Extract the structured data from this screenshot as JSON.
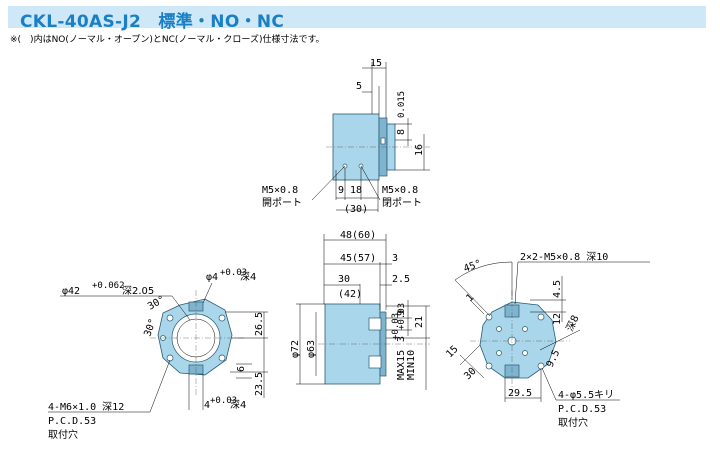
{
  "title": "CKL-40AS-J2　標準・NO・NC",
  "note": "※(　)内はNO(ノーマル・オープン)とNC(ノーマル・クローズ)仕様寸法です。",
  "side_view": {
    "dim_15": "15",
    "dim_5": "5",
    "dim_8": "8",
    "dim_8_tol": "0.015",
    "dim_16": "16",
    "port_left": "M5×0.8",
    "port_left_label": "開ポート",
    "dim_9": "9",
    "dim_18": "18",
    "dim_30p": "(30)",
    "port_right": "M5×0.8",
    "port_right_label": "閉ポート"
  },
  "front_view": {
    "bore": "φ42",
    "bore_tol": "+0.062",
    "bore_tol2": "0",
    "bore_depth": "深2.05",
    "pin": "φ4",
    "pin_tol": "+0.03",
    "pin_tol2": "0",
    "pin_depth": "深4",
    "angle1": "30°",
    "angle2": "30°",
    "dim_26_5": "26.5",
    "dim_6": "6",
    "dim_23_5": "23.5",
    "pin2": "4",
    "pin2_tol": "+0.03",
    "pin2_tol2": "0",
    "pin2_depth": "深4",
    "mount_thread": "4-M6×1.0 深12",
    "mount_pcd": "P.C.D.53",
    "mount_label": "取付穴"
  },
  "mid_view": {
    "dim_48": "48(60)",
    "dim_45": "45(57)",
    "dim_3": "3",
    "dim_30": "30",
    "dim_2_5": "2.5",
    "dim_42": "(42)",
    "dim_9": "9",
    "dim_9_tol": "+0.03",
    "dim_21": "21",
    "dim_3s": "3",
    "dim_3s_tol": "+0.03",
    "dia_72": "φ72",
    "dia_63": "φ63",
    "max15": "MAX15",
    "min10": "MIN10"
  },
  "rear_view": {
    "angle_45": "45°",
    "thread": "2×2-M5×0.8 深10",
    "dim_1": "1",
    "dim_4_5": "4.5",
    "dim_12": "12",
    "depth_8": "深8",
    "dim_9_5": "9.5",
    "dim_30": "30",
    "dim_15": "15",
    "dim_29_5": "29.5",
    "holes": "4-φ5.5キリ",
    "pcd": "P.C.D.53",
    "label": "取付穴"
  }
}
